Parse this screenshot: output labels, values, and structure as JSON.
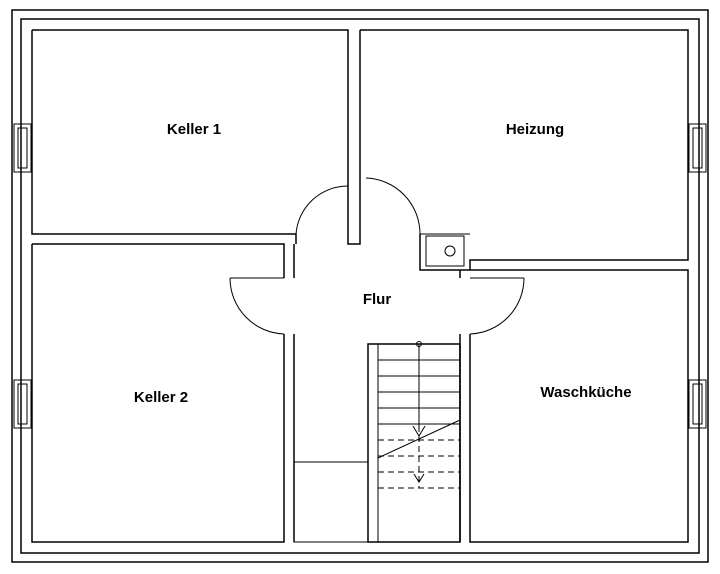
{
  "floor_plan": {
    "rooms": {
      "keller1": "Keller 1",
      "heizung": "Heizung",
      "flur": "Flur",
      "keller2": "Keller 2",
      "waschkueche": "Waschküche"
    }
  }
}
